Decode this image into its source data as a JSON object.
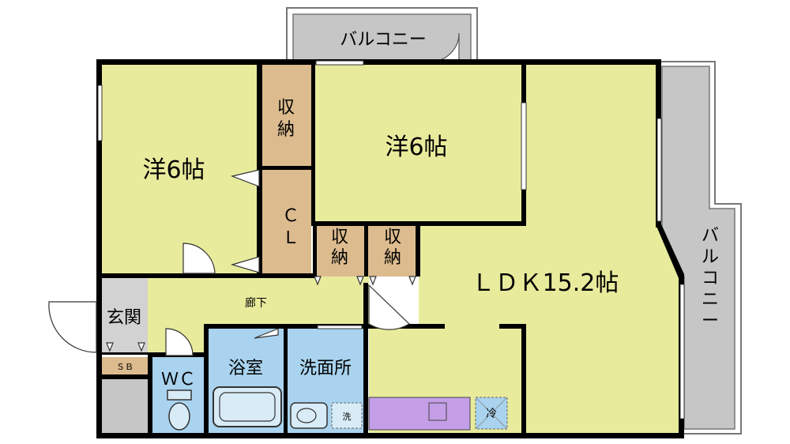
{
  "rooms": {
    "western_room_1": "洋6帖",
    "western_room_2": "洋6帖",
    "ldk": "ＬＤＫ15.2帖",
    "storage_1": [
      "収",
      "納"
    ],
    "storage_2": [
      "収",
      "納"
    ],
    "storage_3": [
      "収",
      "納"
    ],
    "closet": [
      "Ｃ",
      "Ｌ"
    ],
    "hallway": "廊下",
    "entrance": "玄関",
    "shoe_box": "ＳＢ",
    "toilet": "ＷＣ",
    "bathroom": "浴室",
    "washroom": "洗面所",
    "washer": "洗",
    "fridge": "冷"
  },
  "balconies": {
    "top": "バルコニー",
    "right": [
      "バ",
      "ル",
      "コ",
      "ニ",
      "ー"
    ]
  },
  "colors": {
    "room_green": "#e8eb9c",
    "storage_tan": "#dcbb8e",
    "wet_blue": "#a9d3ee",
    "balcony_gray": "#c6c6c6",
    "kitchen_purple": "#c49ee6",
    "wall": "#000000"
  }
}
